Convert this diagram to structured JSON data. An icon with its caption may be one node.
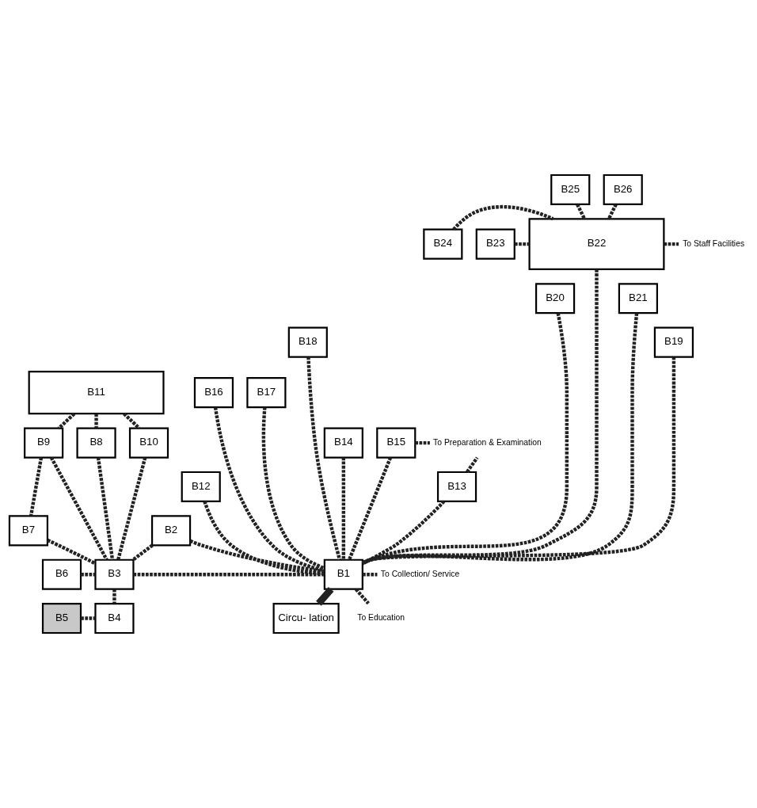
{
  "diagram": {
    "nodes": [
      {
        "text": [
          "B25"
        ]
      },
      {
        "text": [
          "B26"
        ]
      },
      {
        "text": [
          "B24"
        ]
      },
      {
        "text": [
          "B22"
        ]
      },
      {
        "text": [
          "To Staff Facilities"
        ]
      },
      {
        "text": [
          "B23"
        ]
      },
      {
        "text": [
          "B20"
        ]
      },
      {
        "text": [
          "B21"
        ]
      },
      {
        "text": [
          "B18"
        ]
      },
      {
        "text": [
          "B19"
        ]
      },
      {
        "text": [
          "B11"
        ]
      },
      {
        "text": [
          "B16"
        ]
      },
      {
        "text": [
          "B17"
        ]
      },
      {
        "text": [
          "B10"
        ]
      },
      {
        "text": [
          "B9"
        ]
      },
      {
        "text": [
          "B8"
        ]
      },
      {
        "text": [
          "B14"
        ]
      },
      {
        "text": [
          "B15"
        ]
      },
      {
        "text": [
          "To Preparation & Examination"
        ]
      },
      {
        "text": [
          "B12"
        ]
      },
      {
        "text": [
          "B13"
        ]
      },
      {
        "text": [
          "B7"
        ]
      },
      {
        "text": [
          "B2"
        ]
      },
      {
        "text": [
          "B6"
        ]
      },
      {
        "text": [
          "B3"
        ]
      },
      {
        "text": [
          "B1"
        ]
      },
      {
        "text": [
          "To Collection/ Service"
        ]
      },
      {
        "text": [
          "B5"
        ]
      },
      {
        "text": [
          "B4"
        ]
      },
      {
        "text": [
          "Circu- lation"
        ]
      },
      {
        "text": [
          "To Education"
        ]
      }
    ],
    "edges": [
      {
        "from": 0,
        "to": 3,
        "arrow": "none",
        "style": "dashed"
      },
      {
        "from": 1,
        "to": 3,
        "arrow": "none",
        "style": "dashed"
      },
      {
        "from": 2,
        "to": 3,
        "arrow": "none",
        "style": "dashed"
      },
      {
        "from": 5,
        "to": 3,
        "arrow": "none",
        "style": "dashed"
      },
      {
        "from": 3,
        "to": 4,
        "arrow": "none",
        "style": "dashed"
      },
      {
        "from": 3,
        "to": 25,
        "arrow": "none",
        "style": "dashed"
      },
      {
        "from": 6,
        "to": 25,
        "arrow": "none",
        "style": "dashed"
      },
      {
        "from": 7,
        "to": 25,
        "arrow": "none",
        "style": "dashed"
      },
      {
        "from": 8,
        "to": 25,
        "arrow": "none",
        "style": "dashed"
      },
      {
        "from": 9,
        "to": 25,
        "arrow": "none",
        "style": "dashed"
      },
      {
        "from": 11,
        "to": 25,
        "arrow": "none",
        "style": "dashed"
      },
      {
        "from": 12,
        "to": 25,
        "arrow": "none",
        "style": "dashed"
      },
      {
        "from": 16,
        "to": 25,
        "arrow": "none",
        "style": "dashed"
      },
      {
        "from": 17,
        "to": 25,
        "arrow": "none",
        "style": "dashed"
      },
      {
        "from": 19,
        "to": 25,
        "arrow": "none",
        "style": "dashed"
      },
      {
        "from": 20,
        "to": 25,
        "arrow": "none",
        "style": "dashed"
      },
      {
        "from": 17,
        "to": 18,
        "arrow": "none",
        "style": "dashed"
      },
      {
        "from": 20,
        "to": 18,
        "arrow": "none",
        "style": "dashed"
      },
      {
        "from": 10,
        "to": 13,
        "arrow": "none",
        "style": "dashed"
      },
      {
        "from": 10,
        "to": 14,
        "arrow": "none",
        "style": "dashed"
      },
      {
        "from": 10,
        "to": 15,
        "arrow": "none",
        "style": "dashed"
      },
      {
        "from": 13,
        "to": 24,
        "arrow": "none",
        "style": "dashed"
      },
      {
        "from": 14,
        "to": 21,
        "arrow": "none",
        "style": "dashed"
      },
      {
        "from": 14,
        "to": 24,
        "arrow": "none",
        "style": "dashed"
      },
      {
        "from": 15,
        "to": 24,
        "arrow": "none",
        "style": "dashed"
      },
      {
        "from": 21,
        "to": 24,
        "arrow": "none",
        "style": "dashed"
      },
      {
        "from": 22,
        "to": 25,
        "arrow": "none",
        "style": "dashed"
      },
      {
        "from": 22,
        "to": 24,
        "arrow": "none",
        "style": "dashed"
      },
      {
        "from": 23,
        "to": 24,
        "arrow": "none",
        "style": "dashed"
      },
      {
        "from": 24,
        "to": 25,
        "arrow": "none",
        "style": "dashed"
      },
      {
        "from": 25,
        "to": 29,
        "arrow": "none",
        "style": "thick"
      },
      {
        "from": 25,
        "to": 26,
        "arrow": "none",
        "style": "dashed"
      },
      {
        "from": 25,
        "to": 30,
        "arrow": "none",
        "style": "dashed"
      },
      {
        "from": 24,
        "to": 28,
        "arrow": "none",
        "style": "dashed"
      },
      {
        "from": 27,
        "to": 28,
        "arrow": "none",
        "style": "dashed"
      }
    ]
  }
}
